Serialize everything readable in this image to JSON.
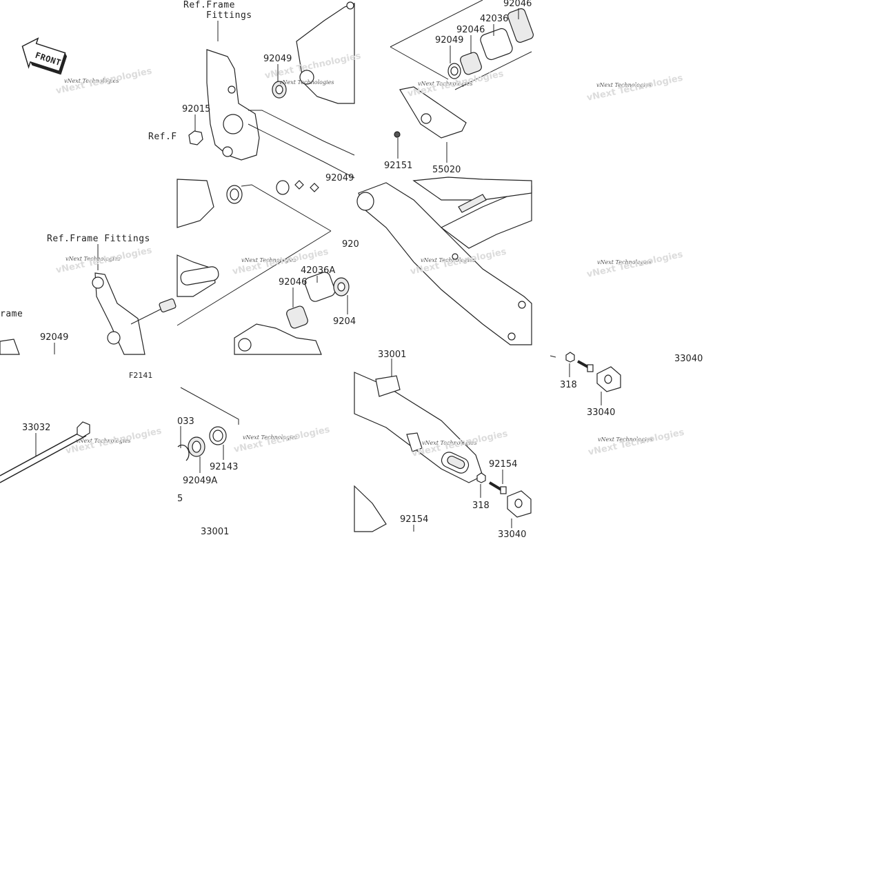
{
  "labels": {
    "ref_frame_fittings_top_1": "Ref.Frame",
    "ref_frame_fittings_top_2": "Fittings",
    "ref_frame_partial": "Ref.F",
    "ref_frame_fittings_mid": "Ref.Frame Fittings",
    "frame_partial": "rame",
    "front": "FRONT",
    "figure_code": "F2141"
  },
  "parts": {
    "p92046_top": "92046",
    "p42036": "42036",
    "p92046_b": "92046",
    "p92049_top": "92049",
    "p92049_a": "92049",
    "p92015": "92015",
    "p92151": "92151",
    "p55020": "55020",
    "p92049_partial": "92049",
    "p9200_partial": "920",
    "p42036A": "42036A",
    "p92046_c": "92046",
    "p9204_partial": "9204",
    "p92049_left": "92049",
    "p33040_a": "33040",
    "p318_a": "318",
    "p33040_b": "33040",
    "p33032": "33032",
    "p033_partial": "033",
    "p92143": "92143",
    "p92049A": "92049A",
    "p5_partial": "5",
    "p33001_bottom": "33001",
    "p33001_top": "33001",
    "p92154_a": "92154",
    "p318_b": "318",
    "p92154_b": "92154",
    "p33040_partial": "33040"
  },
  "watermark": {
    "brand": "vNext Technologies",
    "big": "vNext Technologies"
  }
}
